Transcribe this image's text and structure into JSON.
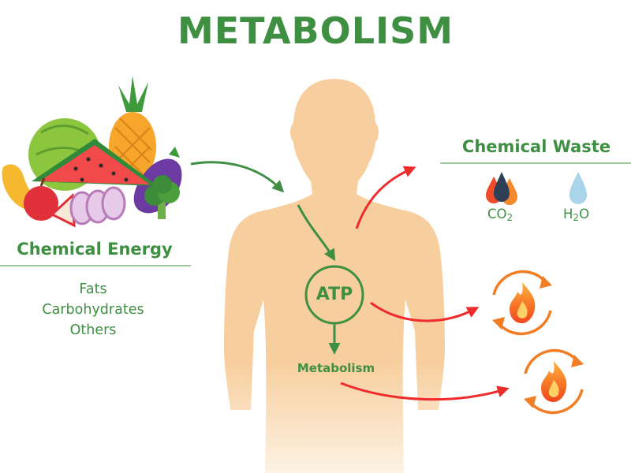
{
  "title": "METABOLISM",
  "chemical_energy": {
    "heading": "Chemical Energy",
    "items": [
      "Fats",
      "Carbohydrates",
      "Others"
    ]
  },
  "chemical_waste": {
    "heading": "Chemical Waste",
    "co2": {
      "base": "CO",
      "sub": "2"
    },
    "h2o": {
      "pre": "H",
      "sub": "2",
      "post": "O"
    }
  },
  "body": {
    "atp": "ATP",
    "metabolism": "Metabolism"
  },
  "colors": {
    "green": "#3f8f43",
    "skin": "#f7cf9e",
    "red_arrow": "#ef2b2b",
    "orange_cycle": "#f17d25"
  },
  "icons": [
    "fruits-vegetables-icon",
    "human-silhouette-icon",
    "flame-cycle-icon",
    "water-drop-icon",
    "gas-drops-icon"
  ]
}
